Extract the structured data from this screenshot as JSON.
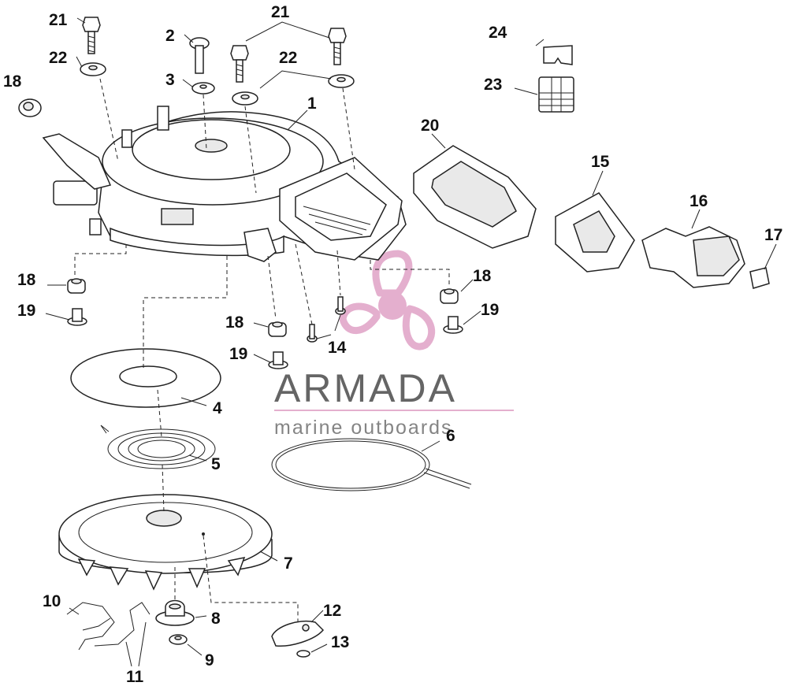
{
  "watermark": {
    "title": "ARMADA",
    "subtitle": "marine outboards",
    "accent_color": "#e2a7c9"
  },
  "callouts": {
    "c1": "1",
    "c2": "2",
    "c3": "3",
    "c4": "4",
    "c5": "5",
    "c6": "6",
    "c7": "7",
    "c8": "8",
    "c9": "9",
    "c10": "10",
    "c11": "11",
    "c12": "12",
    "c13": "13",
    "c14": "14",
    "c15": "15",
    "c16": "16",
    "c17": "17",
    "c18": "18",
    "c19": "19",
    "c20": "20",
    "c21": "21",
    "c22": "22",
    "c23": "23",
    "c24": "24"
  }
}
